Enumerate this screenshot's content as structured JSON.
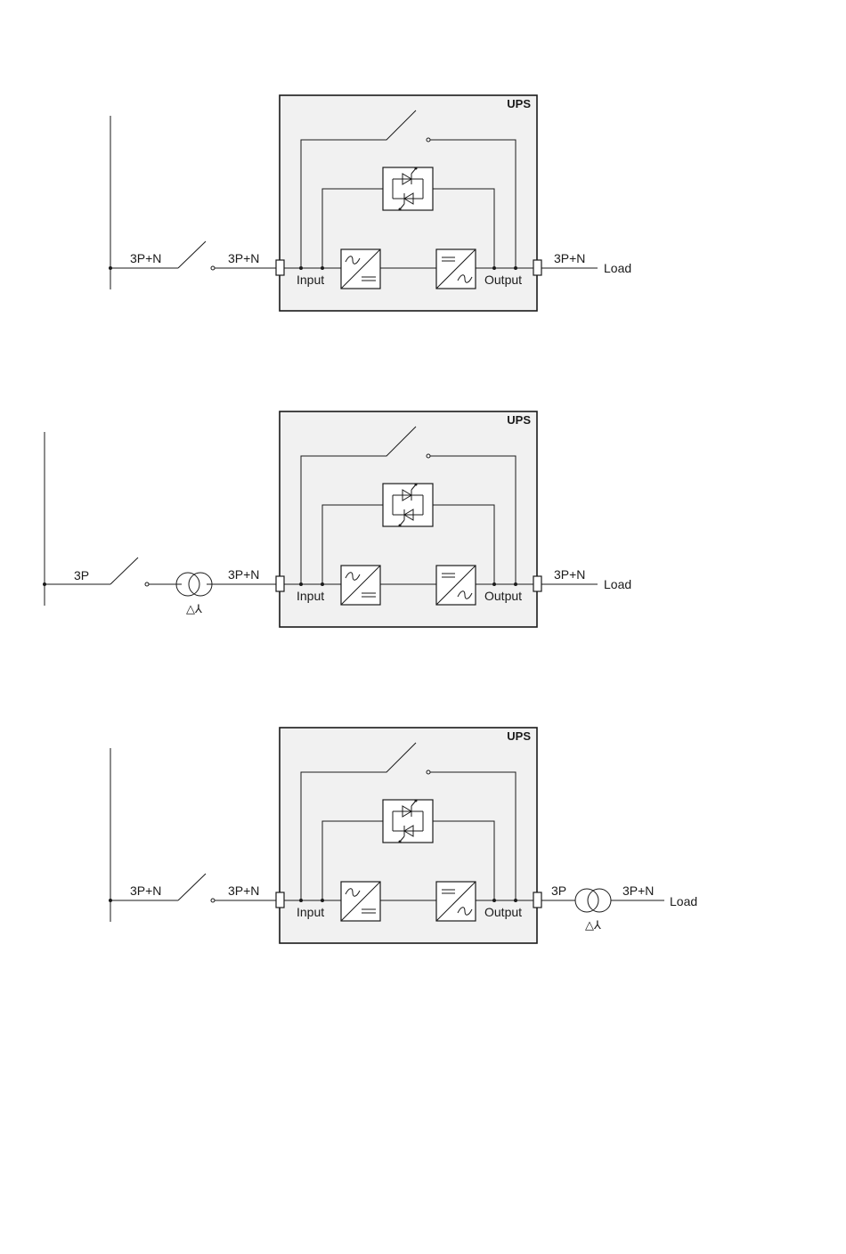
{
  "diagrams": [
    {
      "ups_title": "UPS",
      "input_label": "Input",
      "output_label": "Output",
      "supply_label": "3P+N",
      "feed_label": "3P+N",
      "output_line_label": "3P+N",
      "load_label": "Load",
      "input_transformer": null,
      "output_transformer": null
    },
    {
      "ups_title": "UPS",
      "input_label": "Input",
      "output_label": "Output",
      "supply_label": "3P",
      "feed_label": "3P+N",
      "output_line_label": "3P+N",
      "load_label": "Load",
      "input_transformer": {
        "symbol": "△⅄"
      },
      "output_transformer": null
    },
    {
      "ups_title": "UPS",
      "input_label": "Input",
      "output_label": "Output",
      "supply_label": "3P+N",
      "feed_label": "3P+N",
      "output_line_label": "3P",
      "load_label": "Load",
      "input_transformer": null,
      "output_transformer": {
        "symbol": "△⅄",
        "secondary_label": "3P+N"
      }
    }
  ]
}
